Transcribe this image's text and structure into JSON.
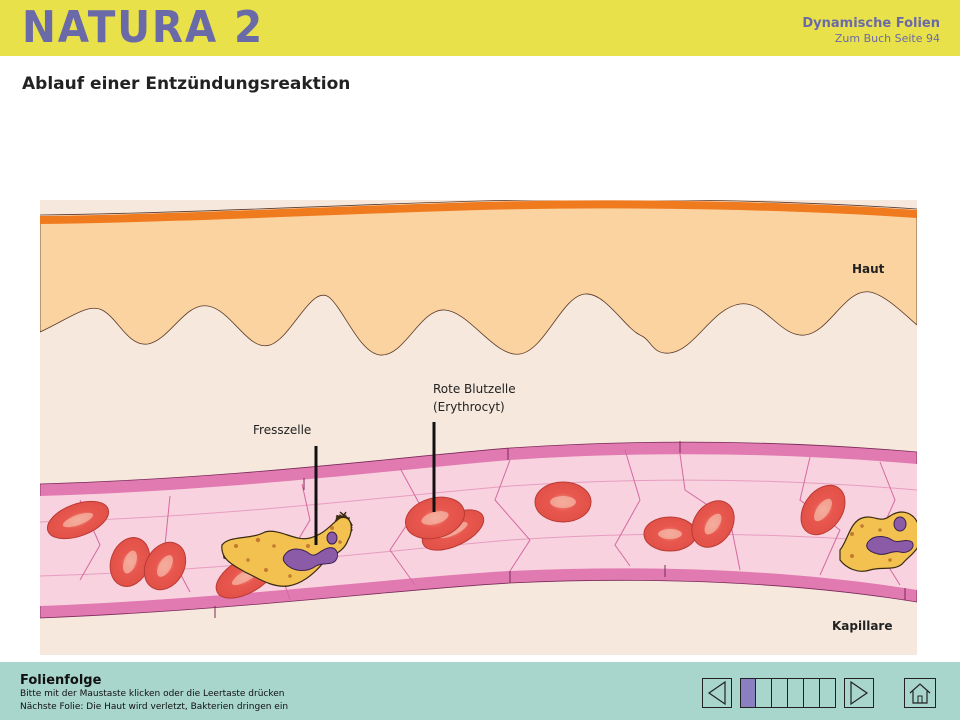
{
  "header": {
    "logo": "NATURA 2",
    "series": "Dynamische Folien",
    "page_ref": "Zum Buch Seite  94"
  },
  "title": "Ablauf einer Entzündungsreaktion",
  "labels": {
    "haut": "Haut",
    "erythrocyte_line1": "Rote Blutzelle",
    "erythrocyte_line2": "(Erythrocyt)",
    "fresszelle": "Fresszelle",
    "kapillare": "Kapillare"
  },
  "footer": {
    "title": "Folienfolge",
    "line1": "Bitte mit der Maustaste klicken oder die Leertaste drücken",
    "line2": "Nächste Folie: Die Haut wird verletzt, Bakterien dringen ein"
  },
  "nav": {
    "icons": [
      "previous-icon",
      "slide-indicator-icon",
      "next-icon",
      "home-icon"
    ]
  },
  "colors": {
    "header_bg": "#e8e14a",
    "logo": "#6b6aa8",
    "footer_bg": "#a8d5cc",
    "skin_surface": "#f07a1e",
    "epidermis": "#fbd3a0",
    "dermis": "#f6e8dc",
    "vessel_wall": "#e07ab0",
    "vessel_lumen": "#f9d2e0",
    "red_cell": "#e8584f",
    "phagocyte": "#f2c14f",
    "nucleus": "#8b5ba8"
  }
}
